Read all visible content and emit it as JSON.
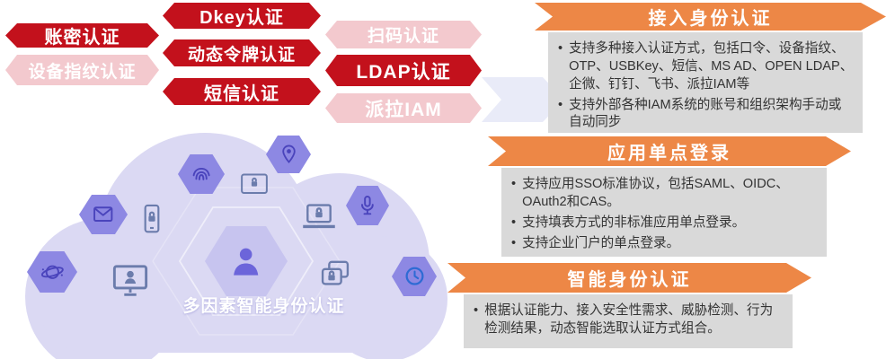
{
  "badges": [
    {
      "label": "账密认证",
      "variant": "solid"
    },
    {
      "label": "设备指纹认证",
      "variant": "faded"
    },
    {
      "label": "Dkey认证",
      "variant": "solid"
    },
    {
      "label": "动态令牌认证",
      "variant": "solid"
    },
    {
      "label": "短信认证",
      "variant": "solid"
    },
    {
      "label": "扫码认证",
      "variant": "faded"
    },
    {
      "label": "LDAP认证",
      "variant": "solid"
    },
    {
      "label": "派拉IAM",
      "variant": "faded"
    }
  ],
  "cloud": {
    "label": "多因素智能身份认证",
    "icons": [
      "fingerprint-icon",
      "location-pin-icon",
      "envelope-icon",
      "phone-lock-icon",
      "globe-icon",
      "monitor-user-icon",
      "tablet-lock-icon",
      "laptop-lock-icon",
      "microphone-icon",
      "photo-stack-lock-icon",
      "clock-icon",
      "person-icon"
    ]
  },
  "sections": [
    {
      "title": "接入身份认证",
      "bullets": [
        "支持多种接入认证方式，包括口令、设备指纹、OTP、USBKey、短信、MS AD、OPEN LDAP、企微、钉钉、飞书、派拉IAM等",
        "支持外部各种IAM系统的账号和组织架构手动或自动同步"
      ]
    },
    {
      "title": "应用单点登录",
      "bullets": [
        "支持应用SSO标准协议，包括SAML、OIDC、OAuth2和CAS。",
        "支持填表方式的非标准应用单点登录。",
        "支持企业门户的单点登录。"
      ]
    },
    {
      "title": "智能身份认证",
      "bullets": [
        "根据认证能力、接入安全性需求、威胁检测、行为检测结果，动态智能选取认证方式组合。"
      ]
    }
  ],
  "colors": {
    "badge_solid": "#c3111c",
    "badge_faded": "#f3c9ce",
    "banner_orange": "#ed8746",
    "panel_gray": "#d9d9d9",
    "cloud_fill": "#dbd9f3",
    "hexagon_fill": "#8d88e3",
    "glyph_purple": "#4a44bc",
    "device_slate": "#6b7cac",
    "person_purple": "#6c65da",
    "clock_blue": "#2e6bd4",
    "text_dark": "#333333"
  }
}
